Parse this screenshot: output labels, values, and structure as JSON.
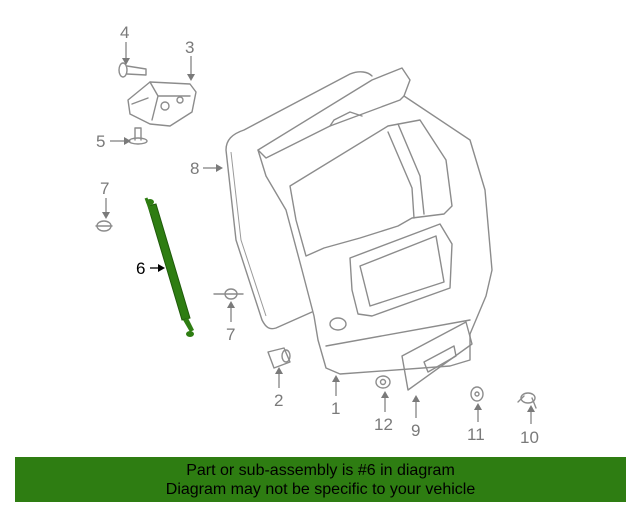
{
  "diagram": {
    "callouts": {
      "c1": "1",
      "c2": "2",
      "c3": "3",
      "c4": "4",
      "c5": "5",
      "c6": "6",
      "c7a": "7",
      "c7b": "7",
      "c8": "8",
      "c9": "9",
      "c10": "10",
      "c11": "11",
      "c12": "12"
    },
    "highlight_part": "6",
    "colors": {
      "highlight": "#2e7d12",
      "line": "#8c8c8c",
      "banner_bg": "#2e7d12"
    }
  },
  "banner": {
    "line1": "Part or sub-assembly is #6 in diagram",
    "line2": "Diagram may not be specific to your vehicle"
  }
}
